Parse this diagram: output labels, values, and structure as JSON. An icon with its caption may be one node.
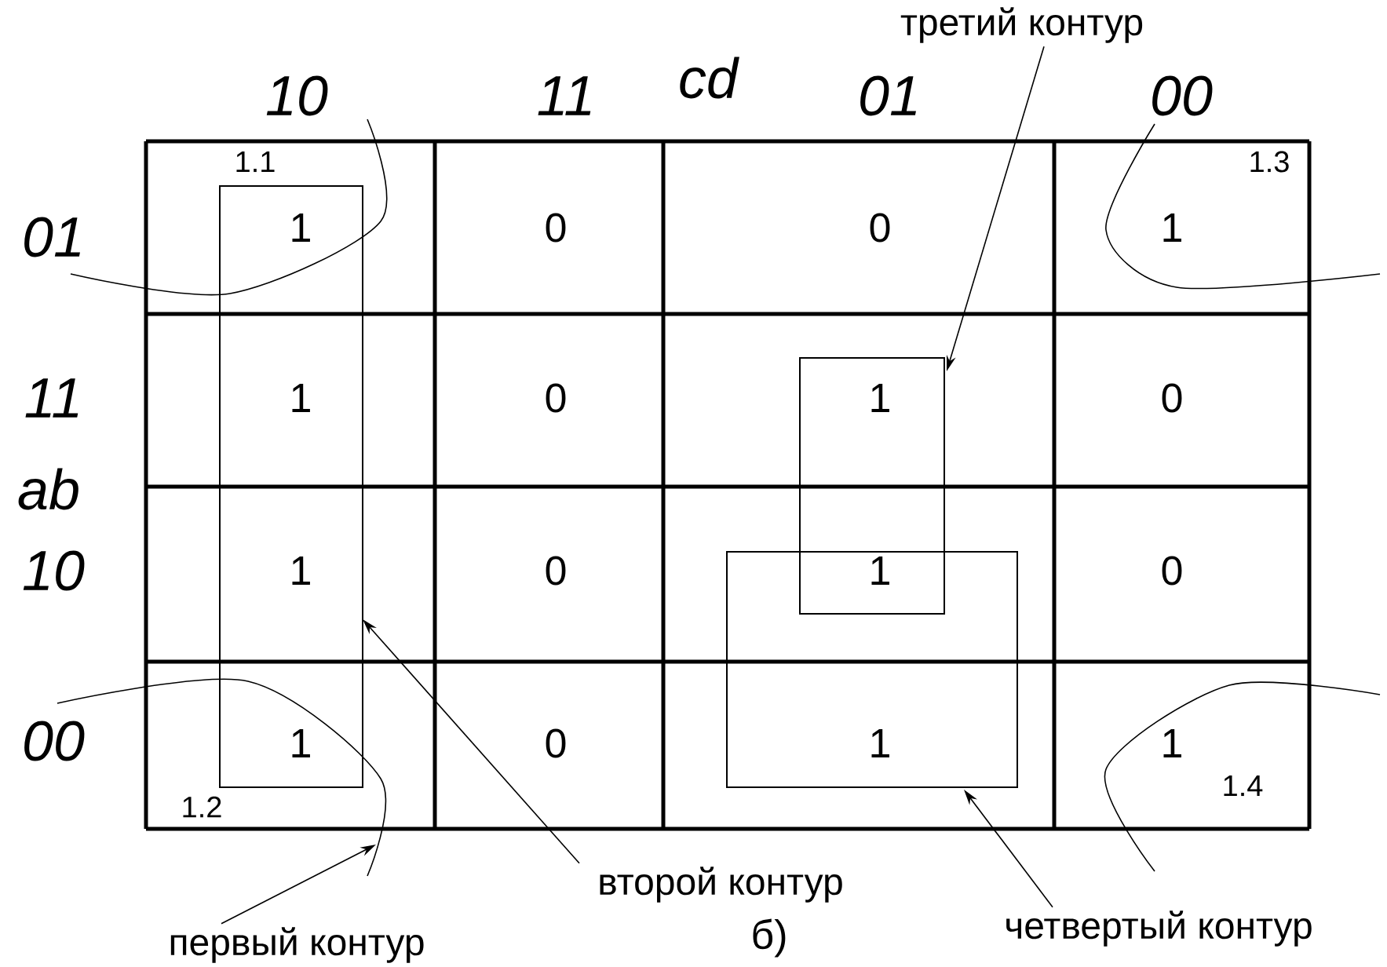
{
  "diagram": {
    "nodes": [
      {
        "text": [
          "третий контур"
        ]
      },
      {
        "text": [],
        "shape": "box"
      },
      {
        "text": [],
        "shape": "box"
      },
      {
        "text": [],
        "shape": "box"
      },
      {
        "text": [
          "второй контур"
        ]
      },
      {
        "text": [
          "четвертый контур"
        ]
      },
      {
        "text": [
          "первый контур"
        ]
      },
      {
        "text": [],
        "shape": "curve"
      }
    ],
    "edges": [
      {
        "from": 0,
        "to": 2,
        "arrow": "to"
      },
      {
        "from": 4,
        "to": 1,
        "arrow": "to"
      },
      {
        "from": 5,
        "to": 3,
        "arrow": "to"
      },
      {
        "from": 6,
        "to": 7,
        "arrow": "to"
      }
    ],
    "labels": [
      "10",
      "11",
      "cd",
      "01",
      "00",
      "1.1",
      "1.3",
      "01",
      "1",
      "0",
      "0",
      "1",
      "11",
      "1",
      "0",
      "1",
      "0",
      "ab",
      "10",
      "1",
      "0",
      "1",
      "0",
      "00",
      "1",
      "0",
      "1",
      "1",
      "1.4",
      "1.2",
      "б)"
    ]
  }
}
